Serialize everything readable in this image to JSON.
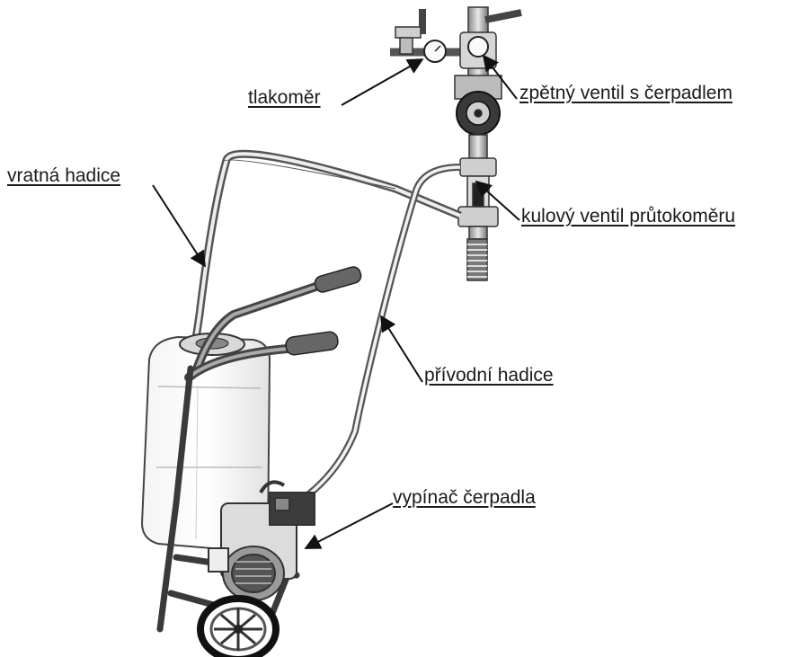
{
  "labels": {
    "pressure_gauge": "tlakoměr",
    "check_valve_pump": "zpětný ventil s čerpadlem",
    "return_hose": "vratná hadice",
    "flowmeter_ball_valve": "kulový ventil průtokoměru",
    "supply_hose": "přívodní hadice",
    "pump_switch": "vypínač čerpadla"
  }
}
